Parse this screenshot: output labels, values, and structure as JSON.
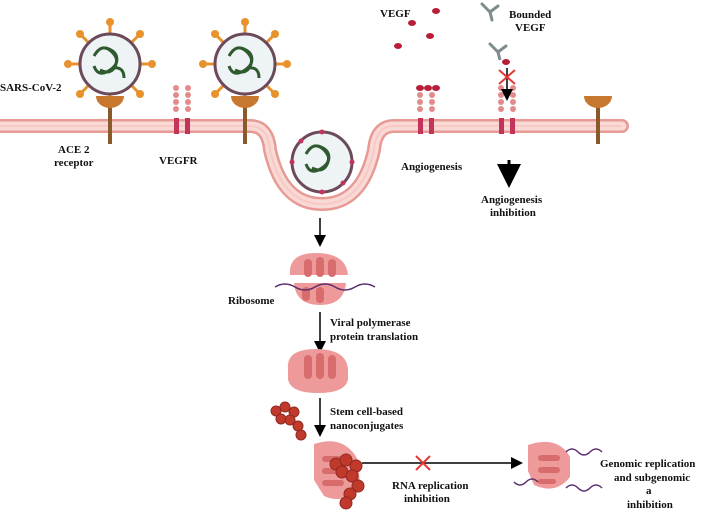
{
  "labels": {
    "sars_cov_2": "SARS-CoV-2",
    "ace2_line1": "ACE 2",
    "ace2_line2": "receptor",
    "vegfr": "VEGFR",
    "vegf": "VEGF",
    "bounded_line1": "Bounded",
    "bounded_line2": "VEGF",
    "angiogenesis": "Angiogenesis",
    "angio_inhib_line1": "Angiogenesis",
    "angio_inhib_line2": "inhibition",
    "ribosome": "Ribosome",
    "viral_line1": "Viral polymerase",
    "viral_line2": "protein translation",
    "stem_line1": "Stem cell-based",
    "stem_line2": "nanoconjugates",
    "rna_line1": "RNA replication",
    "rna_line2": "inhibition",
    "genomic_line1": "Genomic replication",
    "genomic_line2": "and subgenomic",
    "genomic_line3": "a",
    "genomic_line4": "inhibition"
  },
  "colors": {
    "membrane": "#f6c9c4",
    "membrane_edge": "#e79a93",
    "spike": "#e8922e",
    "ace2": "#c8782e",
    "ace2_stalk": "#8a5a2b",
    "receptor": "#e38b8b",
    "receptor_band": "#c2345a",
    "vegf_dot": "#b81e3a",
    "ribosome": "#ef9a9a",
    "ribosome_dark": "#d86c6c",
    "bead": "#c0392b",
    "block_x": "#e53935",
    "rna_strand": "#5a2d6e",
    "antibody": "#7f8c8d"
  }
}
